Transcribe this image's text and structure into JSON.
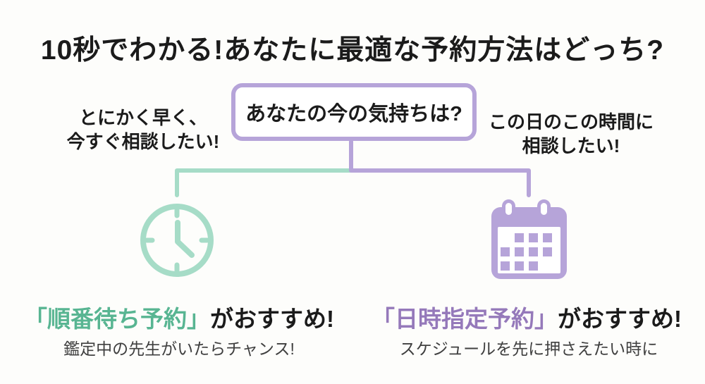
{
  "title": "10秒でわかる!あなたに最適な予約方法はどっち?",
  "question_box": {
    "label": "あなたの今の気持ちは?"
  },
  "left_branch": {
    "prompt_line1": "とにかく早く、",
    "prompt_line2": "今すぐ相談したい!",
    "icon": "clock-icon",
    "recommendation_highlight": "「順番待ち予約」",
    "recommendation_suffix": "がおすすめ!",
    "note": "鑑定中の先生がいたらチャンス!"
  },
  "right_branch": {
    "prompt_line1": "この日のこの時間に",
    "prompt_line2": "相談したい!",
    "icon": "calendar-icon",
    "recommendation_highlight": "「日時指定予約」",
    "recommendation_suffix": "がおすすめ!",
    "note": "スケジュールを先に押さえたい時に"
  },
  "colors": {
    "green_accent": "#58b592",
    "green_light": "#a6dcc7",
    "purple_accent": "#9579ba",
    "purple_light": "#b6a4d9",
    "title_text": "#1b1b1b",
    "note_text": "#3f3f3f",
    "background": "#fdfdfb"
  }
}
